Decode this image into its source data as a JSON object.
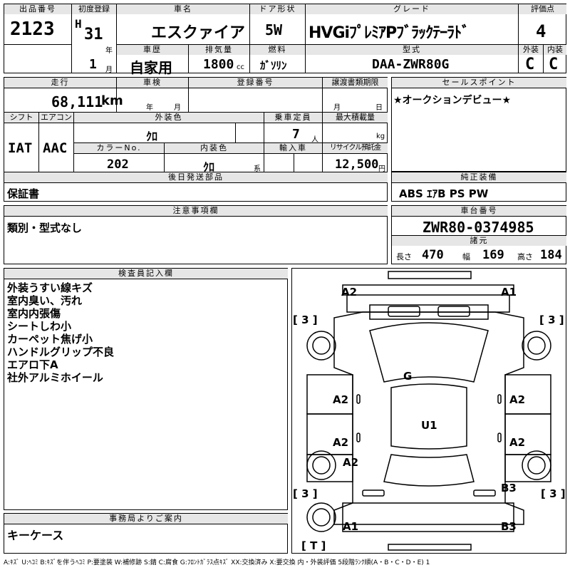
{
  "header": {
    "lot_label": "出品番号",
    "lot": "2123",
    "first_reg_label": "初度登録",
    "era": "H",
    "year": "31",
    "year_unit": "年",
    "month": "1",
    "month_unit": "月",
    "car_name_label": "車名",
    "car_name": "エスクァイア",
    "door_label": "ドア形状",
    "door": "5W",
    "grade_label": "グレード",
    "grade": "HVGiﾌﾟﾚﾐｱPﾌﾞﾗｯｸﾃｰﾗﾄﾞ",
    "score_label": "評価点",
    "score": "4",
    "history_label": "車歴",
    "history": "自家用",
    "displacement_label": "排気量",
    "displacement": "1800",
    "displacement_unit": "cc",
    "fuel_label": "燃料",
    "fuel": "ｶﾞｿﾘﾝ",
    "model_label": "型式",
    "model": "DAA-ZWR80G",
    "exterior_label": "外装",
    "exterior": "C",
    "interior_label": "内装",
    "interior": "C"
  },
  "row2": {
    "mileage_label": "走行",
    "mileage": "68,111",
    "mileage_unit": "km",
    "inspection_label": "車検",
    "insp_year_unit": "年",
    "insp_month_unit": "月",
    "reg_no_label": "登録番号",
    "transfer_label": "譲渡書類期限",
    "transfer_month_unit": "月",
    "transfer_day_unit": "日",
    "shift_label": "シフト",
    "shift": "IAT",
    "ac_label": "エアコン",
    "ac": "AAC",
    "ext_color_label": "外装色",
    "ext_color": "ｸﾛ",
    "capacity_label": "乗車定員",
    "capacity": "7",
    "capacity_unit": "人",
    "load_label": "最大積載量",
    "load_unit": "kg",
    "color_no_label": "カラーNo.",
    "color_no": "202",
    "int_color_label": "内装色",
    "int_color": "ｸﾛ",
    "int_color_unit": "系",
    "import_label": "輸入車",
    "recycle_label": "リサイクル預託金",
    "recycle": "12,500",
    "recycle_unit": "円",
    "accessories_label": "後日発送部品",
    "accessories": "保証書"
  },
  "sales_point": {
    "label": "セールスポイント",
    "text": "★オークションデビュー★"
  },
  "equipment": {
    "label": "純正装備",
    "text": "ABS ｴｱB PS PW"
  },
  "notes": {
    "label": "注意事項欄",
    "text": "類別・型式なし"
  },
  "chassis": {
    "label": "車台番号",
    "number": "ZWR80-0374985",
    "specs_label": "諸元",
    "length_label": "長さ",
    "length": "470",
    "width_label": "幅",
    "width": "169",
    "height_label": "高さ",
    "height": "184"
  },
  "inspector": {
    "label": "検査員記入欄",
    "lines": [
      "外装うすい線キズ",
      "室内臭い、汚れ",
      "室内内張傷",
      "シートしわ小",
      "カーペット焦げ小",
      "ハンドルグリップ不良",
      "エアロ下A",
      "社外アルミホイール"
    ]
  },
  "office": {
    "label": "事務局よりご案内",
    "text": "キーケース"
  },
  "diagram": {
    "marks": {
      "front_left": "A2",
      "front_right": "A1",
      "tire_fl": "[ 3 ]",
      "tire_fr": "[ 3 ]",
      "tire_rl": "[ 3 ]",
      "tire_rr": "[ 3 ]",
      "windshield": "G",
      "roof": "U1",
      "left_front_door": "A2",
      "left_rear_door": "A2",
      "left_rear_quarter": "A2",
      "right_front_door": "A2",
      "right_rear_door": "A2",
      "right_rear_quarter": "B3",
      "rear_left": "A1",
      "rear_right": "B3",
      "spare": "[ T ]"
    }
  },
  "legend": "A:ｷｽﾞ U:ﾍｺﾐ B:ｷｽﾞを伴うﾍｺﾐ P:要塗装 W:補修跡 S:錆 C:腐食 G:ﾌﾛﾝﾄｶﾞﾗｽ点ｷｽﾞ XX:交換済み X:要交換 内・外装評価 5段階ﾗﾝｸ順(A・B・C・D・E) 1"
}
